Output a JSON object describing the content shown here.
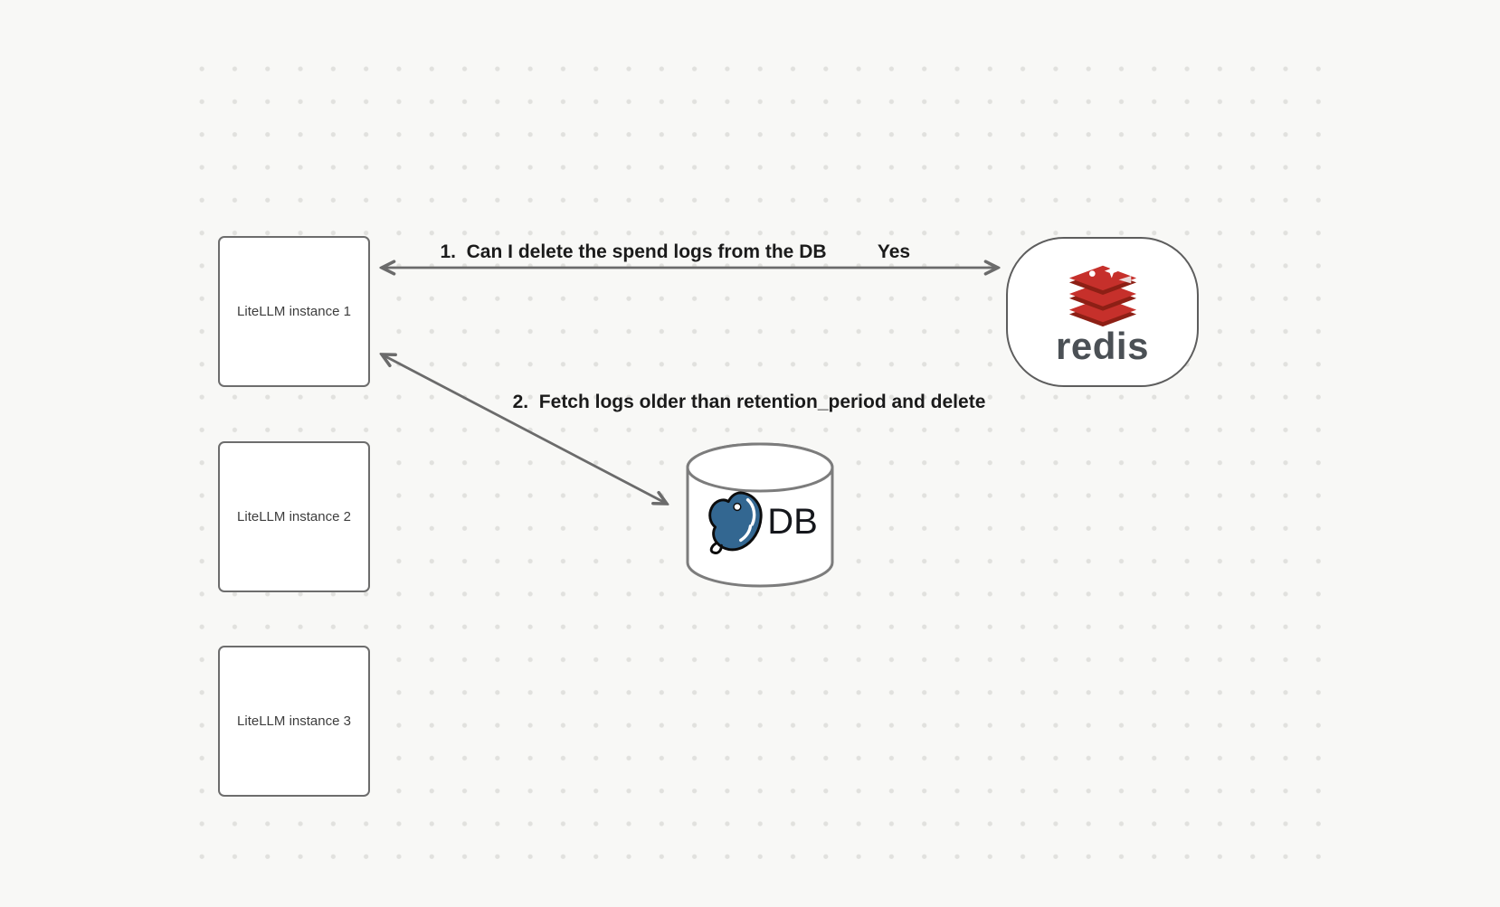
{
  "canvas": {
    "background_color": "#f8f8f6",
    "dot_color": "#e1e1de",
    "arrow_color": "#6b6b6b"
  },
  "nodes": {
    "instance1": {
      "label": "LiteLLM instance 1"
    },
    "instance2": {
      "label": "LiteLLM instance 2"
    },
    "instance3": {
      "label": "LiteLLM instance 3"
    },
    "redis": {
      "label": "redis",
      "icon": "redis-logo-icon",
      "brand_red": "#c6302b",
      "brand_red_dark": "#8d1f15",
      "wordmark_color": "#4b5055"
    },
    "db": {
      "label": "DB",
      "icon": "postgresql-elephant-icon",
      "brand_blue": "#336791"
    }
  },
  "edges": {
    "edge1": {
      "label": "1.  Can I delete the spend logs from the DB",
      "response": "Yes",
      "from": "LiteLLM instance 1",
      "to": "redis",
      "direction": "bidirectional"
    },
    "edge2": {
      "label": "2.  Fetch logs older than retention_period and delete",
      "from": "LiteLLM instance 1",
      "to": "DB",
      "direction": "bidirectional"
    }
  }
}
